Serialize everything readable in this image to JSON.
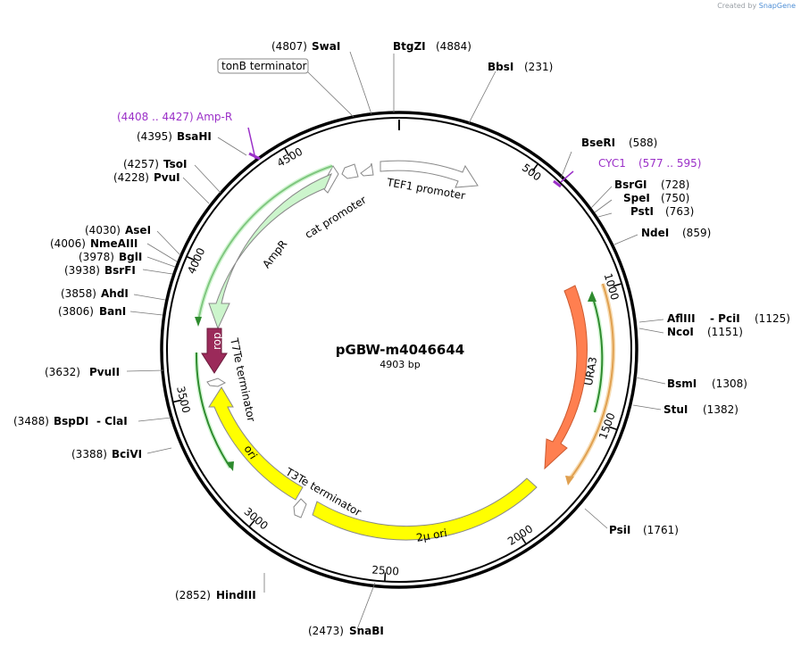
{
  "credit": {
    "prefix": "Created by",
    "brand": "SnapGene"
  },
  "plasmid": {
    "name": "pGBW-m4046644",
    "length_label": "4903 bp",
    "length": 4903
  },
  "tick_labels": [
    {
      "pos": 500,
      "text": "500"
    },
    {
      "pos": 1000,
      "text": "1000"
    },
    {
      "pos": 1500,
      "text": "1500"
    },
    {
      "pos": 2000,
      "text": "2000"
    },
    {
      "pos": 2500,
      "text": "2500"
    },
    {
      "pos": 3000,
      "text": "3000"
    },
    {
      "pos": 3500,
      "text": "3500"
    },
    {
      "pos": 4000,
      "text": "4000"
    },
    {
      "pos": 4500,
      "text": "4500"
    }
  ],
  "sites": [
    {
      "pos": "(4807)",
      "name": "SwaI"
    },
    {
      "pos": "(4884)",
      "name": "BtgZI"
    },
    {
      "pos": "(231)",
      "name": "BbsI"
    },
    {
      "pos": "(588)",
      "name": "BseRI"
    },
    {
      "pos": "(728)",
      "name": "BsrGI"
    },
    {
      "pos": "(750)",
      "name": "SpeI"
    },
    {
      "pos": "(763)",
      "name": "PstI"
    },
    {
      "pos": "(859)",
      "name": "NdeI"
    },
    {
      "pos": "(1125)",
      "name": "AflIII",
      "name2": "PciI"
    },
    {
      "pos": "(1151)",
      "name": "NcoI"
    },
    {
      "pos": "(1308)",
      "name": "BsmI"
    },
    {
      "pos": "(1382)",
      "name": "StuI"
    },
    {
      "pos": "(1761)",
      "name": "PsiI"
    },
    {
      "pos": "(2473)",
      "name": "SnaBI"
    },
    {
      "pos": "(2852)",
      "name": "HindIII"
    },
    {
      "pos": "(3388)",
      "name": "BciVI"
    },
    {
      "pos": "(3488)",
      "name": "BspDI",
      "name2": "ClaI"
    },
    {
      "pos": "(3632)",
      "name": "PvuII"
    },
    {
      "pos": "(3806)",
      "name": "BanI"
    },
    {
      "pos": "(3858)",
      "name": "AhdI"
    },
    {
      "pos": "(3938)",
      "name": "BsrFI"
    },
    {
      "pos": "(3978)",
      "name": "BglI"
    },
    {
      "pos": "(4006)",
      "name": "NmeAIII"
    },
    {
      "pos": "(4030)",
      "name": "AseI"
    },
    {
      "pos": "(4228)",
      "name": "PvuI"
    },
    {
      "pos": "(4257)",
      "name": "TsoI"
    },
    {
      "pos": "(4395)",
      "name": "BsaHI"
    }
  ],
  "primers": [
    {
      "name": "Amp-R",
      "range": "(4408 .. 4427)"
    },
    {
      "name": "CYC1",
      "range": "(577 .. 595)"
    }
  ],
  "features": [
    {
      "name": "TEF1 promoter",
      "color": "#ffffff"
    },
    {
      "name": "tonB terminator",
      "color": "#ffffff"
    },
    {
      "name": "cat promoter",
      "color": "#ffffff"
    },
    {
      "name": "AmpR",
      "color": "#ccf5cc"
    },
    {
      "name": "rop",
      "color": "#9b2a5a"
    },
    {
      "name": "T7Te terminator",
      "color": "#ffffff"
    },
    {
      "name": "ori",
      "color": "#ffff00"
    },
    {
      "name": "T3Te terminator",
      "color": "#ffffff"
    },
    {
      "name": "2μ ori",
      "color": "#ffff00"
    },
    {
      "name": "URA3",
      "color": "#ff7f50"
    }
  ],
  "colors": {
    "primer": "#9b30c8",
    "orf_outline": "#2e8b2e",
    "orf_outline_orange": "#e0a050"
  }
}
